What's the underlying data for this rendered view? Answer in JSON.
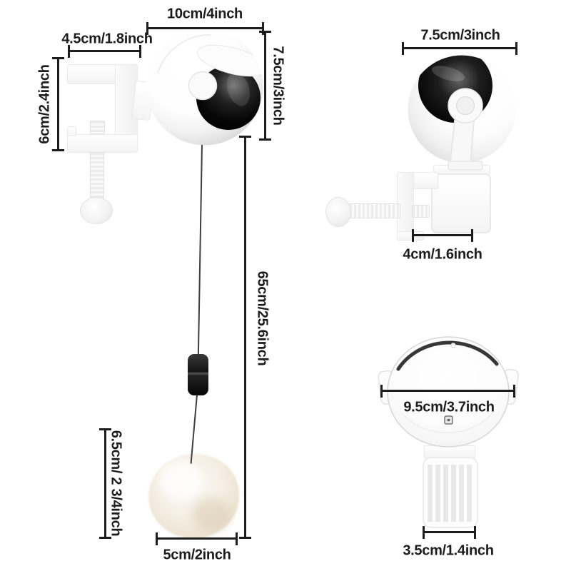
{
  "diagram": {
    "front": {
      "ball_width": "10cm/4inch",
      "clamp_width": "4.5cm/1.8inch",
      "clamp_height": "6cm/2.4inch",
      "ball_height": "7.5cm/3inch",
      "string_length": "65cm/25.6inch",
      "pom_height": "6.5cm/ 2 3/4inch",
      "pom_width": "5cm/2inch"
    },
    "side": {
      "ball_width": "7.5cm/3inch",
      "clamp_depth": "4cm/1.6inch"
    },
    "detail": {
      "ball_diameter": "9.5cm/3.7inch",
      "base_width": "3.5cm/1.4inch"
    },
    "colors": {
      "background": "#ffffff",
      "dimension": "#1d1d1d",
      "lens": "#0a0a0a",
      "string": "#3f3f3f",
      "pom": "#f0e9dc"
    }
  }
}
